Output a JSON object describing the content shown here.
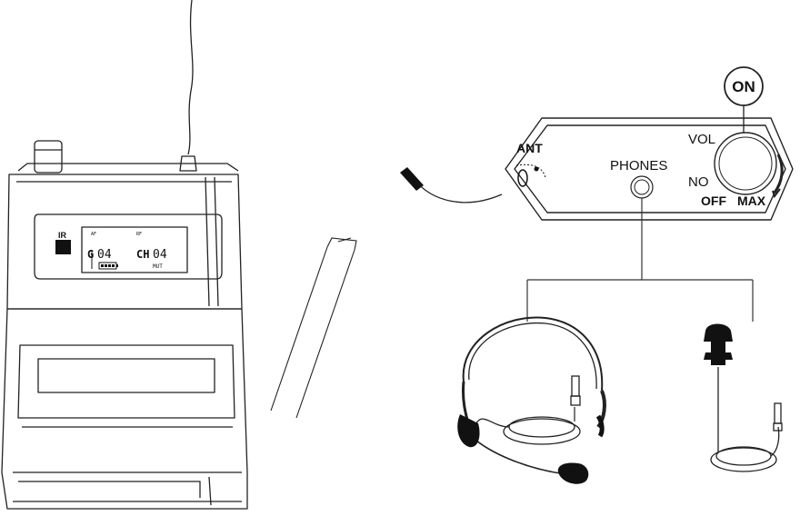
{
  "transmitter": {
    "ir_label": "IR",
    "af_label": "AF",
    "rf_label": "RF",
    "group_label": "G",
    "group_value": "04",
    "channel_label": "CH",
    "channel_value": "04",
    "mute_label": "MUT"
  },
  "panel": {
    "ant_label": "ANT",
    "phones_label": "PHONES",
    "vol_label": "VOL",
    "no_label": "NO",
    "off_label": "OFF",
    "max_label": "MAX",
    "on_label": "ON"
  }
}
